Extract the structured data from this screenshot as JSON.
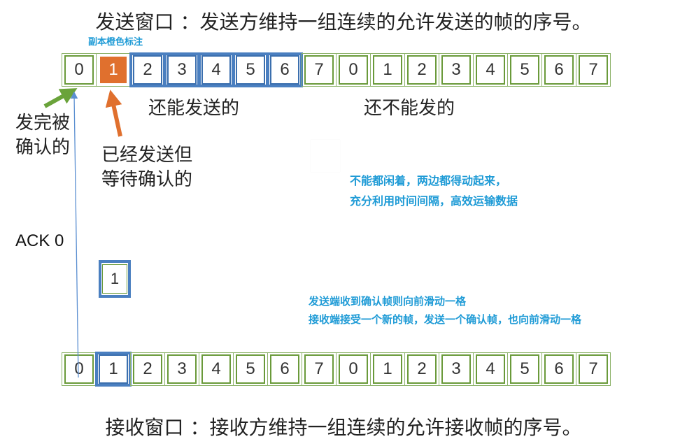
{
  "sender": {
    "title": "发送窗口 ：发送方维持一组连续的允许发送的帧的序号。",
    "orange_note": "副本橙色标注",
    "cells": [
      "0",
      "1",
      "2",
      "3",
      "4",
      "5",
      "6",
      "7",
      "0",
      "1",
      "2",
      "3",
      "4",
      "5",
      "6",
      "7"
    ],
    "labels": {
      "can_send": "还能发送的",
      "cannot_send": "还不能发的",
      "acked_line1": "发完被",
      "acked_line2": "确认的",
      "waiting_line1": "已经发送但",
      "waiting_line2": "等待确认的"
    }
  },
  "notes": {
    "busy_line1": "不能都闲着，两边都得动起来，",
    "busy_line2": "充分利用时间间隔，高效运输数据",
    "slide_line1": "发送端收到确认帧则向前滑动一格",
    "slide_line2": "接收端接受一个新的帧，发送一个确认帧，也向前滑动一格"
  },
  "ack_label": "ACK  0",
  "moving_frame": "1",
  "receiver": {
    "cells": [
      "0",
      "1",
      "2",
      "3",
      "4",
      "5",
      "6",
      "7",
      "0",
      "1",
      "2",
      "3",
      "4",
      "5",
      "6",
      "7"
    ],
    "title": "接收窗口 ：接收方维持一组连续的允许接收帧的序号。"
  },
  "colors": {
    "green": "#6a9a3a",
    "blue": "#4a7fc0",
    "orange": "#e0702e",
    "note_blue": "#1f9bd6"
  }
}
